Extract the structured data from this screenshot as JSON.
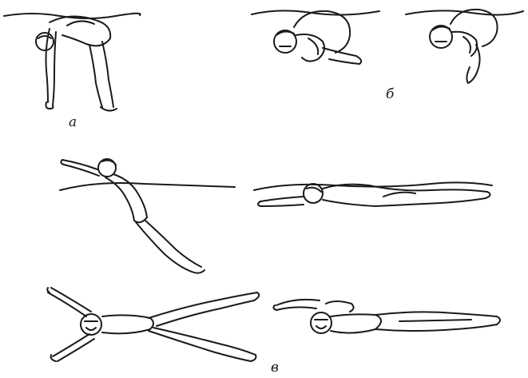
{
  "labels": {
    "a": "а",
    "b": "б",
    "v": "в"
  },
  "colors": {
    "ink": "#1a1a1a",
    "background": "#ffffff"
  }
}
